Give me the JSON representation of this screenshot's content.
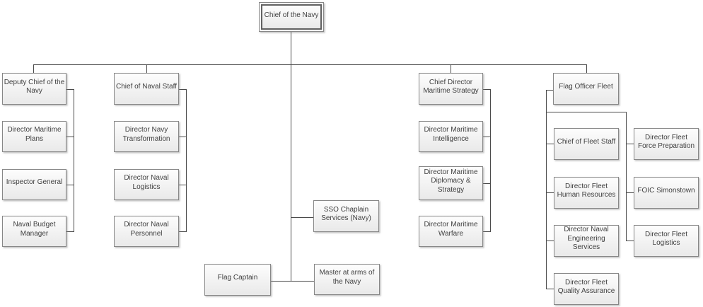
{
  "diagram": {
    "root": {
      "label": "Chief of the Navy"
    },
    "branches": [
      {
        "head": "Deputy Chief of the Navy",
        "children": [
          "Director Maritime Plans",
          "Inspector General",
          "Naval Budget Manager"
        ]
      },
      {
        "head": "Chief of Naval Staff",
        "children": [
          "Director Navy Transformation",
          "Director Naval Logistics",
          "Director Naval Personnel"
        ]
      },
      {
        "head": "Chief Director Maritime Strategy",
        "children": [
          "Director Maritime Intelligence",
          "Director Maritime Diplomacy & Strategy",
          "Director Maritime Warfare"
        ]
      },
      {
        "head": "Flag Officer Fleet",
        "children_left": [
          "Chief of Fleet Staff",
          "Director Fleet Human Resources",
          "Director Naval Engineering Services",
          "Director Fleet Quality Assurance"
        ],
        "children_right": [
          "Director Fleet Force Preparation",
          "FOIC Simonstown",
          "Director Fleet Logistics"
        ]
      }
    ],
    "direct_reports": [
      "SSO Chaplain Services (Navy)",
      "Flag Captain",
      "Master at arms of the Navy"
    ],
    "colors": {
      "line": "#4a4a4a",
      "box_border": "#878787",
      "box_fill_top": "#fdfdfd",
      "box_fill_bottom": "#e9e9e9",
      "text": "#3f3f3f"
    }
  }
}
